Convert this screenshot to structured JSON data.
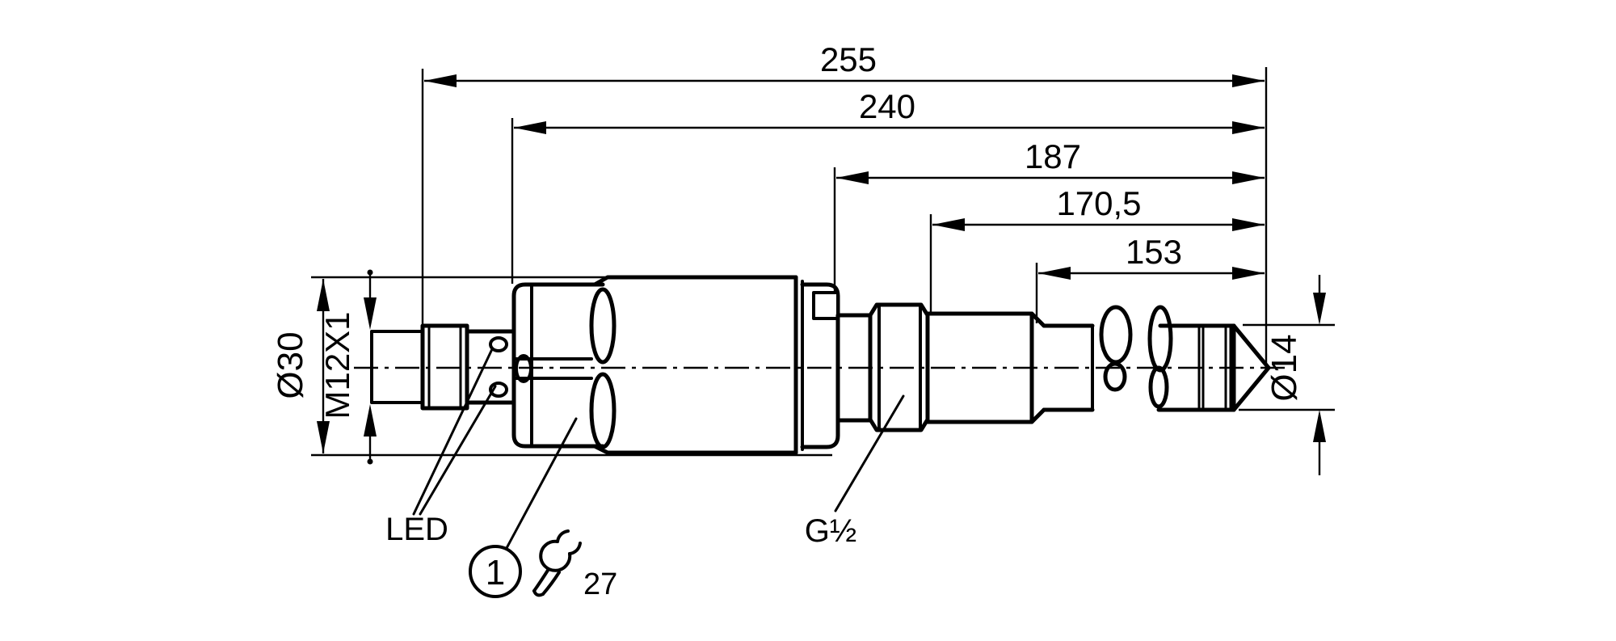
{
  "drawing": {
    "type": "technical-dimension-drawing",
    "subject": "temperature-sensor-side-view",
    "unit": "mm",
    "line_color": "#000000",
    "background": "#ffffff",
    "horizontal_dimensions": [
      {
        "name": "overall-length",
        "value": "255"
      },
      {
        "name": "length-from-coupling-nut",
        "value": "240"
      },
      {
        "name": "length-from-housing-end",
        "value": "187"
      },
      {
        "name": "length-from-thread-end",
        "value": "170,5"
      },
      {
        "name": "probe-length",
        "value": "153"
      }
    ],
    "diameter_dimensions": [
      {
        "name": "housing-diameter",
        "value": "Ø30"
      },
      {
        "name": "connector-thread",
        "value": "M12X1"
      },
      {
        "name": "probe-diameter",
        "value": "Ø14"
      }
    ],
    "callouts": {
      "led_label": "LED",
      "note_number": "1",
      "wrench_size": "27",
      "process_connection": "G½"
    }
  }
}
